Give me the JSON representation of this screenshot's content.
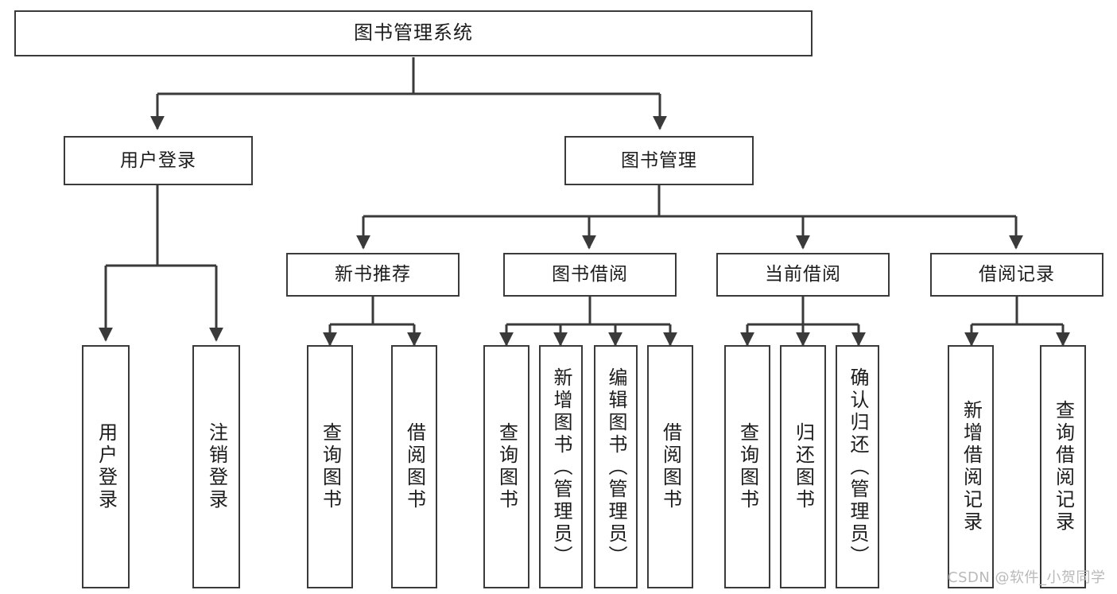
{
  "diagram": {
    "title": "图书管理系统",
    "watermark": "CSDN @软件_小贺同学",
    "colors": {
      "stroke": "#3a3a3a",
      "background": "#ffffff",
      "text": "#1c1c1c",
      "watermark": "#b9b9b9"
    }
  },
  "nodes": {
    "root": {
      "label": "图书管理系统"
    },
    "level2": [
      {
        "label": "用户登录"
      },
      {
        "label": "图书管理"
      }
    ],
    "level3": [
      {
        "label": "新书推荐"
      },
      {
        "label": "图书借阅"
      },
      {
        "label": "当前借阅"
      },
      {
        "label": "借阅记录"
      }
    ],
    "leaves": {
      "user_login": [
        {
          "label": "用户登录"
        },
        {
          "label": "注销登录"
        }
      ],
      "new_book": [
        {
          "label": "查询图书"
        },
        {
          "label": "借阅图书"
        }
      ],
      "book_borrow": [
        {
          "label": "查询图书"
        },
        {
          "label": "新增图书（管理员）"
        },
        {
          "label": "编辑图书（管理员）"
        },
        {
          "label": "借阅图书"
        }
      ],
      "current_borrow": [
        {
          "label": "查询图书"
        },
        {
          "label": "归还图书"
        },
        {
          "label": "确认归还（管理员）"
        }
      ],
      "borrow_record": [
        {
          "label": "新增借阅记录"
        },
        {
          "label": "查询借阅记录"
        }
      ]
    }
  }
}
